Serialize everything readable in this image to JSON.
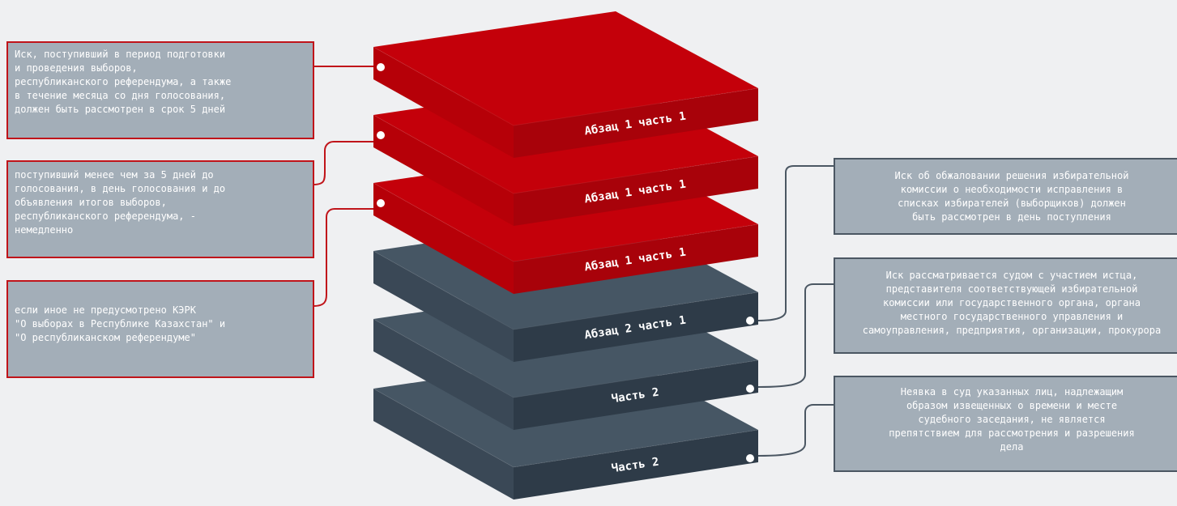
{
  "layers": [
    {
      "label": "Абзац 1 часть 1",
      "color": "red"
    },
    {
      "label": "Абзац 1 часть 1",
      "color": "red"
    },
    {
      "label": "Абзац 1 часть 1",
      "color": "red"
    },
    {
      "label": "Абзац 2 часть 1",
      "color": "blue"
    },
    {
      "label": "Часть 2",
      "color": "blue"
    },
    {
      "label": "Часть 2",
      "color": "blue"
    }
  ],
  "left_notes": [
    {
      "text": "Иск, поступивший в период подготовки\nи проведения выборов,\nреспубликанского референдума, а также\nв течение месяца со дня голосования,\nдолжен быть рассмотрен в срок 5 дней"
    },
    {
      "text": "поступивший менее чем за 5 дней до\nголосования, в день голосования и до\nобъявления итогов выборов,\nреспубликанского референдума, -\nнемедленно"
    },
    {
      "text": "если иное не предусмотрено КЭРК\n\"О выборах в Республике Казахстан\" и\n\"О республиканском референдуме\""
    }
  ],
  "right_notes": [
    {
      "text": "Иск об обжаловании решения избирательной\nкомиссии о необходимости исправления в\nсписках избирателей (выборщиков) должен\nбыть рассмотрен в день поступления"
    },
    {
      "text": "Иск рассматривается судом с участием истца,\nпредставителя соответствующей избирательной\nкомиссии или государственного органа, органа\nместного государственного управления и\nсамоуправления, предприятия, организации, прокурора"
    },
    {
      "text": "Неявка в суд указанных лиц, надлежащим\nобразом извещенных о времени и месте\nсудебного заседания, не является\nпрепятствием для рассмотрения и разрешения\nдела"
    }
  ],
  "colors": {
    "background": "#eff0f2",
    "red_top": "#c4000a",
    "red_front": "#a8020a",
    "red_side": "#b60008",
    "blue_top": "#465664",
    "blue_front": "#2e3b48",
    "blue_side": "#3a4856",
    "note_fill": "#a3aeb8",
    "red_connector": "#c0141a",
    "blue_connector": "#4b5763"
  }
}
